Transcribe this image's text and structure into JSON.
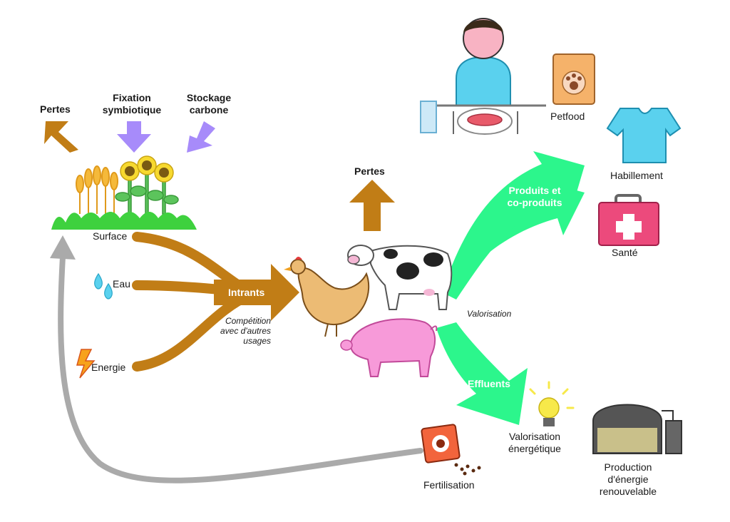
{
  "top_left": {
    "pertes": "Pertes",
    "fixation_line1": "Fixation",
    "fixation_line2": "symbiotique",
    "stockage_line1": "Stockage",
    "stockage_line2": "carbone"
  },
  "inputs": {
    "surface": "Surface",
    "eau": "Eau",
    "energie": "Energie",
    "intrants": "Intrants",
    "competition_line1": "Compétition",
    "competition_line2": "avec d'autres",
    "competition_line3": "usages"
  },
  "animals": {
    "pertes": "Pertes"
  },
  "outputs": {
    "produits_line1": "Produits et",
    "produits_line2": "co-produits",
    "valorisation": "Valorisation",
    "petfood": "Petfood",
    "habillement": "Habillement",
    "sante": "Santé",
    "effluents": "Effluents",
    "valorisation_energetique_line1": "Valorisation",
    "valorisation_energetique_line2": "énergétique",
    "fertilisation": "Fertilisation",
    "production_line1": "Production",
    "production_line2": "d'énergie",
    "production_line3": "renouvelable"
  },
  "colors": {
    "brown_arrow": "#c17d16",
    "purple_arrow": "#a78bfa",
    "green_arrow": "#2cf68c",
    "grey_arrow": "#aaaaaa",
    "grass": "#3ed13e",
    "water": "#5ad1ee",
    "bolt": "#f7a21b"
  }
}
